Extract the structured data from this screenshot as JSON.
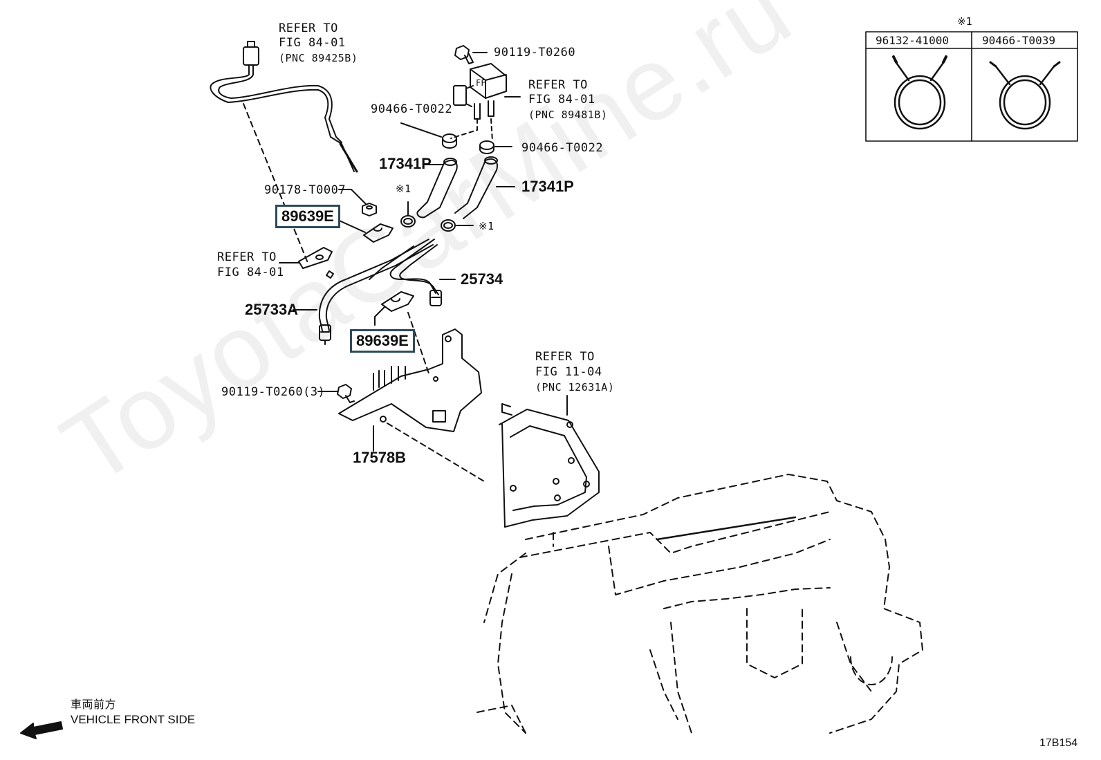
{
  "labels": {
    "refer_sensor": "REFER TO",
    "refer_sensor_fig": "FIG 84-01",
    "refer_sensor_pnc": "(PNC 89425B)",
    "bolt_top": "90119-T0260",
    "refer_switch": "REFER TO",
    "refer_switch_fig": "FIG 84-01",
    "refer_switch_pnc": "(PNC 89481B)",
    "clamp_left": "90466-T0022",
    "clamp_right": "90466-T0022",
    "hose_left": "17341P",
    "hose_right": "17341P",
    "note_mark_left": "※1",
    "note_mark_right": "※1",
    "nut": "90178-T0007",
    "clip_upper": "89639E",
    "refer_bracket": "REFER TO",
    "refer_bracket_fig": "FIG 84-01",
    "pipe_right": "25734",
    "pipe_left": "25733A",
    "clip_lower": "89639E",
    "refer_engine": "REFER TO",
    "refer_engine_fig": "FIG 11-04",
    "refer_engine_pnc": "(PNC 12631A)",
    "bolt_qty": "90119-T0260(3)",
    "bracket": "17578B",
    "front_jp": "車両前方",
    "front_en": "VEHICLE FRONT SIDE",
    "fig_code": "17B154"
  },
  "watermark": "ToyotaCarMine.ru",
  "note_table": {
    "mark": "※1",
    "headers": [
      "96132-41000",
      "90466-T0039"
    ]
  },
  "colors": {
    "line": "#111111",
    "highlight_border": "#2e4a5a"
  }
}
